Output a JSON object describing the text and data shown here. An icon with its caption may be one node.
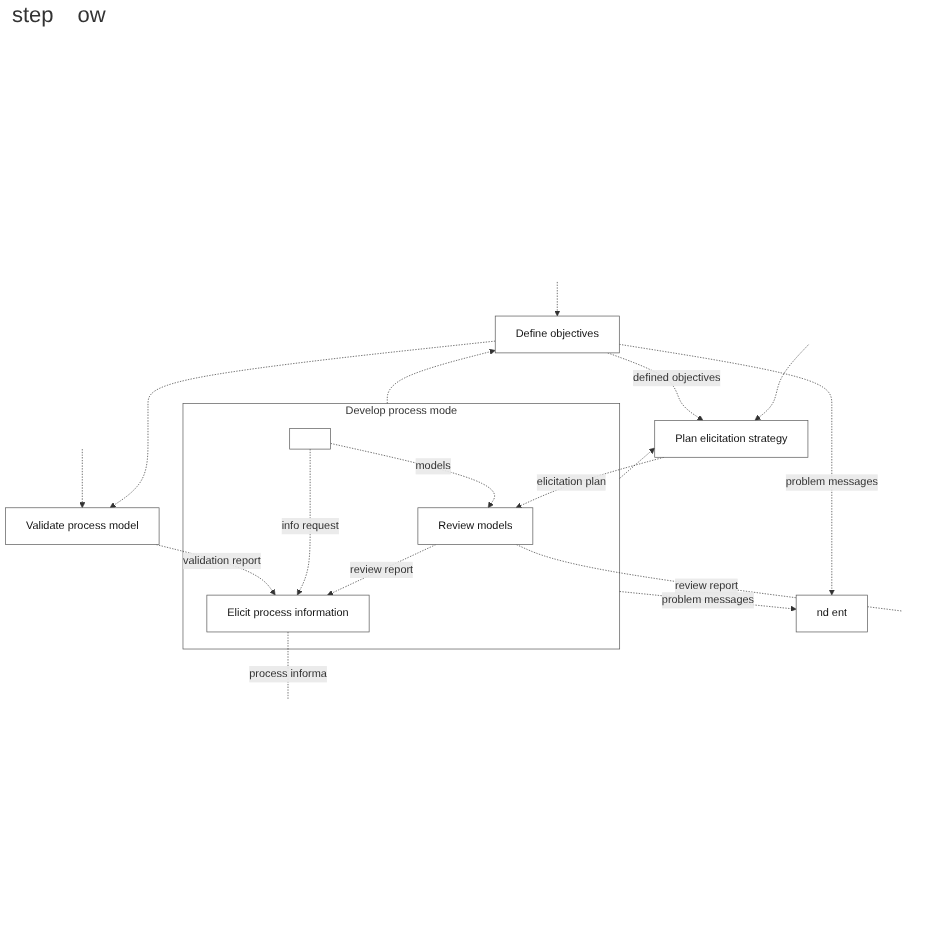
{
  "diagram": {
    "nodes": [
      {
        "text": [
          "nd ent"
        ]
      },
      {
        "text": [
          "Define objectives"
        ]
      },
      {
        "text": [
          "Plan elicitation strategy"
        ]
      },
      {
        "text": [
          "Develop process mode"
        ]
      },
      {
        "text": [
          "Review models"
        ],
        "in": 3
      },
      {
        "text": [
          "Elicit process information"
        ],
        "in": 3
      },
      {
        "text": [],
        "shape": "box",
        "in": 3
      },
      {
        "text": [
          "Validate process model"
        ]
      }
    ],
    "edges": [
      {
        "from": 1,
        "to": 0,
        "arrow": "to",
        "label": "problem messages",
        "style": "dashed"
      },
      {
        "from": 3,
        "to": 0,
        "arrow": "to",
        "label": "problem messages",
        "style": "dashed"
      },
      {
        "from": 3,
        "to": 1,
        "arrow": "to",
        "style": "dashed"
      },
      {
        "from": 3,
        "to": 2,
        "arrow": "to",
        "style": "dashed"
      },
      {
        "from": null,
        "to": 1,
        "arrow": "to",
        "style": "dashed"
      },
      {
        "from": null,
        "to": 2,
        "arrow": "to",
        "style": "dashed"
      },
      {
        "from": 1,
        "to": 2,
        "arrow": "to",
        "label": "defined objectives",
        "style": "dashed"
      },
      {
        "from": 1,
        "to": 7,
        "arrow": "to",
        "style": "dashed"
      },
      {
        "from": 2,
        "to": 4,
        "arrow": "to",
        "label": "elicitation plan",
        "style": "dashed"
      },
      {
        "from": 4,
        "to": 5,
        "arrow": "to",
        "label": "review report",
        "style": "dashed"
      },
      {
        "from": 4,
        "to": null,
        "arrow": "none",
        "label": "review report",
        "style": "dashed"
      },
      {
        "from": 6,
        "to": 4,
        "arrow": "to",
        "label": "models",
        "style": "dashed"
      },
      {
        "from": 6,
        "to": 5,
        "arrow": "to",
        "label": "info request",
        "style": "dashed"
      },
      {
        "from": 5,
        "to": null,
        "arrow": "none",
        "label": "process informa",
        "style": "dashed"
      },
      {
        "from": 7,
        "to": 5,
        "arrow": "to",
        "label": "validation report",
        "style": "dashed"
      },
      {
        "from": null,
        "to": 7,
        "arrow": "to",
        "style": "dashed"
      }
    ],
    "labels": [
      "step",
      "ow"
    ]
  }
}
